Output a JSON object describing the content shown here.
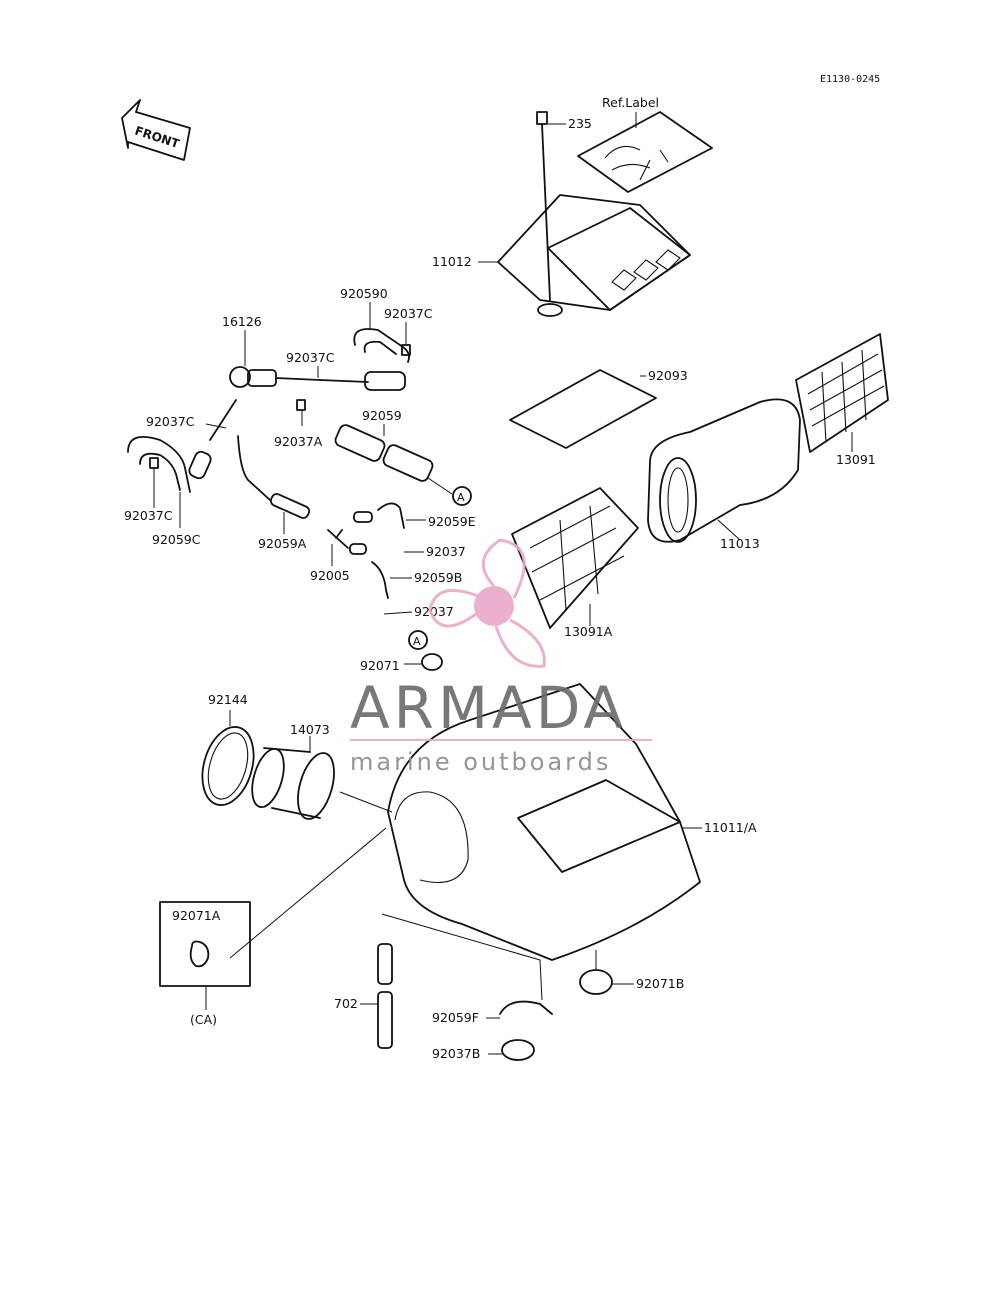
{
  "diagram": {
    "code": "E1130-0245",
    "front_label": "FRONT",
    "ref_label": "Ref.Label",
    "watermark": {
      "brand": "ARMADA",
      "tagline": "marine outboards",
      "accent": "#e8a8c8",
      "gray": "#6a6a6a"
    },
    "circle_marker": "A",
    "labels": {
      "l235": "235",
      "l11012": "11012",
      "l920590": "920590",
      "l92037C_a": "92037C",
      "l16126": "16126",
      "l92037C_b": "92037C",
      "l92093": "92093",
      "l92037C_c": "92037C",
      "l92059": "92059",
      "l92037A": "92037A",
      "l13091": "13091",
      "l92037C_d": "92037C",
      "l92059C": "92059C",
      "l92059E": "92059E",
      "l92059A": "92059A",
      "l92037_a": "92037",
      "l11013": "11013",
      "l92005": "92005",
      "l92059B": "92059B",
      "l92037_b": "92037",
      "l13091A": "13091A",
      "l92071": "92071",
      "l92144": "92144",
      "l14073": "14073",
      "l11011A": "11011/A",
      "l92071A": "92071A",
      "lCA": "(CA)",
      "l702": "702",
      "l92071B": "92071B",
      "l92059F": "92059F",
      "l92037B": "92037B"
    }
  }
}
